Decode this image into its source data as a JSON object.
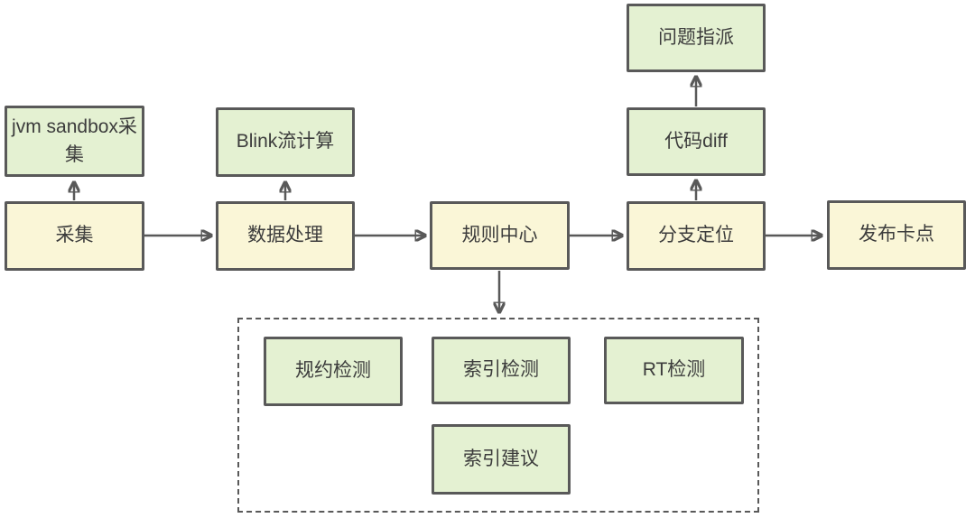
{
  "diagram": {
    "title": "release pipeline flowchart",
    "background": "#ffffff",
    "colors": {
      "main_flow_fill": "#faf6d7",
      "auxiliary_fill": "#e4f1d2",
      "stroke": "#595959",
      "text": "#3c3c3c"
    },
    "nodes": {
      "jvm_sandbox_collection": {
        "label": "jvm sandbox采集",
        "type": "auxiliary"
      },
      "collection": {
        "label": "采集",
        "type": "main"
      },
      "blink_stream_computing": {
        "label": "Blink流计算",
        "type": "auxiliary"
      },
      "data_processing": {
        "label": "数据处理",
        "type": "main"
      },
      "rule_center": {
        "label": "规则中心",
        "type": "main"
      },
      "issue_assignment": {
        "label": "问题指派",
        "type": "auxiliary"
      },
      "code_diff": {
        "label": "代码diff",
        "type": "auxiliary"
      },
      "branch_locating": {
        "label": "分支定位",
        "type": "main"
      },
      "release_gate": {
        "label": "发布卡点",
        "type": "main"
      },
      "convention_check": {
        "label": "规约检测",
        "type": "auxiliary"
      },
      "index_check": {
        "label": "索引检测",
        "type": "auxiliary"
      },
      "rt_check": {
        "label": "RT检测",
        "type": "auxiliary"
      },
      "index_suggestion": {
        "label": "索引建议",
        "type": "auxiliary"
      }
    },
    "edges": [
      {
        "from": "collection",
        "to": "jvm_sandbox_collection"
      },
      {
        "from": "collection",
        "to": "data_processing"
      },
      {
        "from": "data_processing",
        "to": "blink_stream_computing"
      },
      {
        "from": "data_processing",
        "to": "rule_center"
      },
      {
        "from": "rule_center",
        "to": "branch_locating"
      },
      {
        "from": "rule_center",
        "to": "detection_group"
      },
      {
        "from": "branch_locating",
        "to": "code_diff"
      },
      {
        "from": "code_diff",
        "to": "issue_assignment"
      },
      {
        "from": "branch_locating",
        "to": "release_gate"
      }
    ],
    "groups": {
      "detection_group": {
        "style": "dashed",
        "members": [
          "convention_check",
          "index_check",
          "rt_check",
          "index_suggestion"
        ]
      }
    }
  }
}
